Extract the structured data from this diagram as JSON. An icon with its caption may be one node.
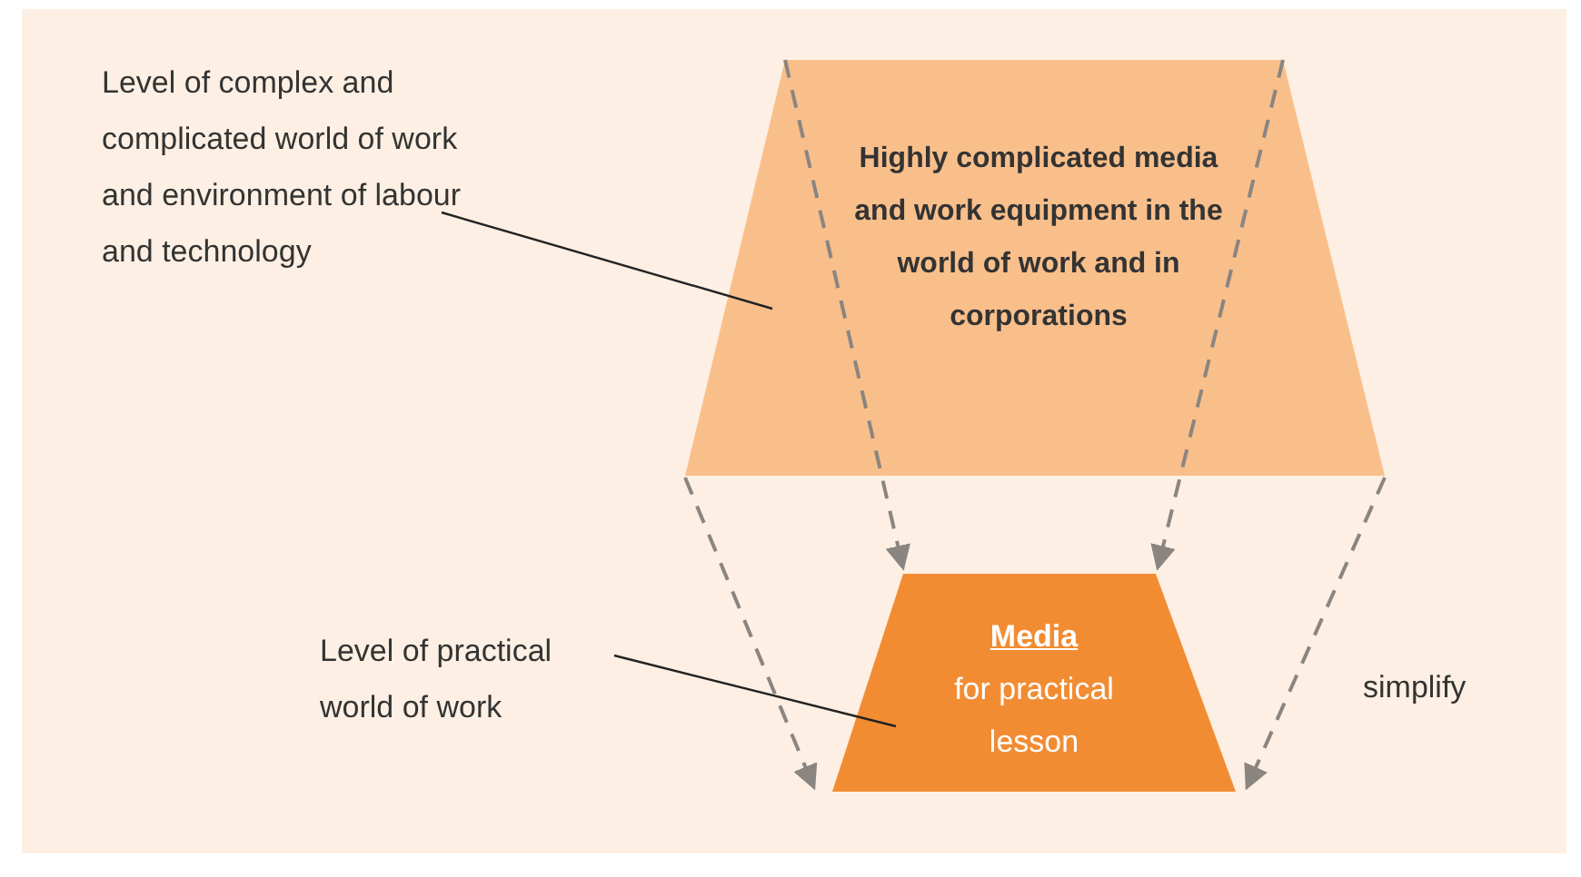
{
  "diagram": {
    "nodes": [
      {
        "text": [
          "Level of complex and complicated world of work and environment of labour and technology"
        ]
      },
      {
        "text": [
          "Highly complicated media and work equipment in the world of work and in corporations"
        ]
      },
      {
        "text": [
          "Level of practical world of work"
        ]
      },
      {
        "text": [
          "Media",
          "for practical lesson"
        ]
      }
    ],
    "edges": [
      {
        "from": 0,
        "to": 1,
        "arrow": "none",
        "color": "#222222"
      },
      {
        "from": 1,
        "to": 3,
        "arrow": "to",
        "style": "dashed"
      },
      {
        "from": 1,
        "to": 3,
        "arrow": "to",
        "style": "dashed"
      },
      {
        "from": 1,
        "to": 3,
        "arrow": "to",
        "style": "dashed"
      },
      {
        "from": 1,
        "to": 3,
        "arrow": "to",
        "style": "dashed"
      },
      {
        "from": 2,
        "to": 3,
        "arrow": "none",
        "color": "#222222"
      }
    ],
    "labels": [
      "simplify"
    ]
  }
}
